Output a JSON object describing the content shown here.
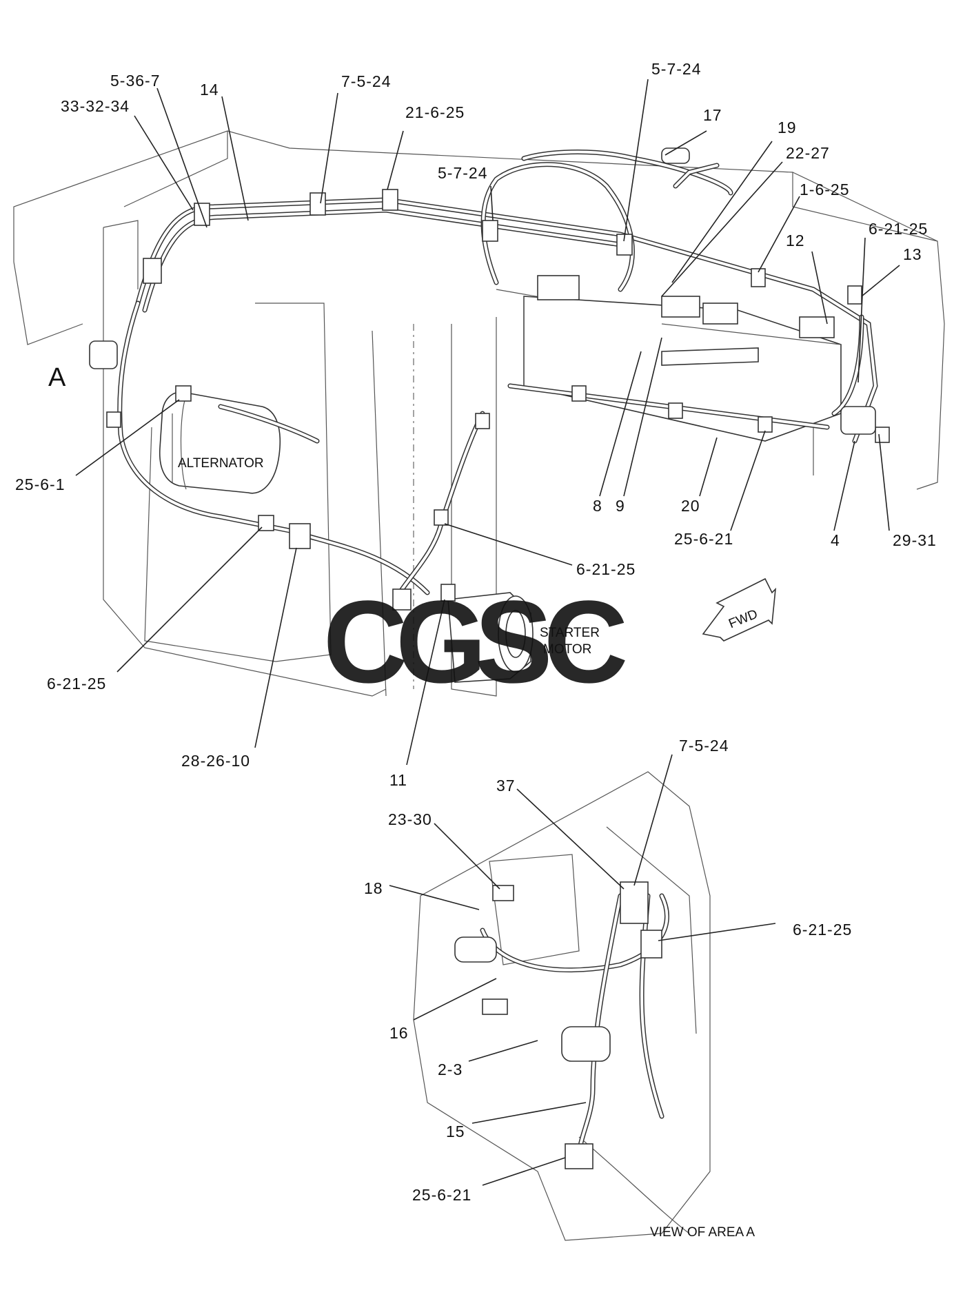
{
  "callouts": {
    "c_5_36_7": "5-36-7",
    "c_33_32_34": "33-32-34",
    "c_14": "14",
    "c_7_5_24_top": "7-5-24",
    "c_21_6_25": "21-6-25",
    "c_5_7_24_a": "5-7-24",
    "c_5_7_24_b": "5-7-24",
    "c_17": "17",
    "c_19": "19",
    "c_22_27": "22-27",
    "c_1_6_25": "1-6-25",
    "c_12": "12",
    "c_6_21_25_tr": "6-21-25",
    "c_13": "13",
    "c_a": "A",
    "c_25_6_1": "25-6-1",
    "c_8": "8",
    "c_9": "9",
    "c_20": "20",
    "c_25_6_21_mid": "25-6-21",
    "c_4": "4",
    "c_29_31": "29-31",
    "c_6_21_25_mid": "6-21-25",
    "c_6_21_25_left": "6-21-25",
    "c_28_26_10": "28-26-10",
    "c_11": "11",
    "c_7_5_24_view": "7-5-24",
    "c_37": "37",
    "c_23_30": "23-30",
    "c_18": "18",
    "c_6_21_25_view": "6-21-25",
    "c_16": "16",
    "c_2_3": "2-3",
    "c_15": "15",
    "c_25_6_21_view": "25-6-21"
  },
  "labels": {
    "alternator": "ALTERNATOR",
    "starter_line1": "STARTER",
    "starter_line2": "MOTOR",
    "fwd": "FWD",
    "view_of_area": "VIEW OF AREA A"
  },
  "watermark": {
    "letters": [
      "C",
      "G",
      "S",
      "C"
    ],
    "colors": [
      "#4f86ec",
      "#ef7b73",
      "#f5cf52",
      "#4eae7d"
    ]
  }
}
